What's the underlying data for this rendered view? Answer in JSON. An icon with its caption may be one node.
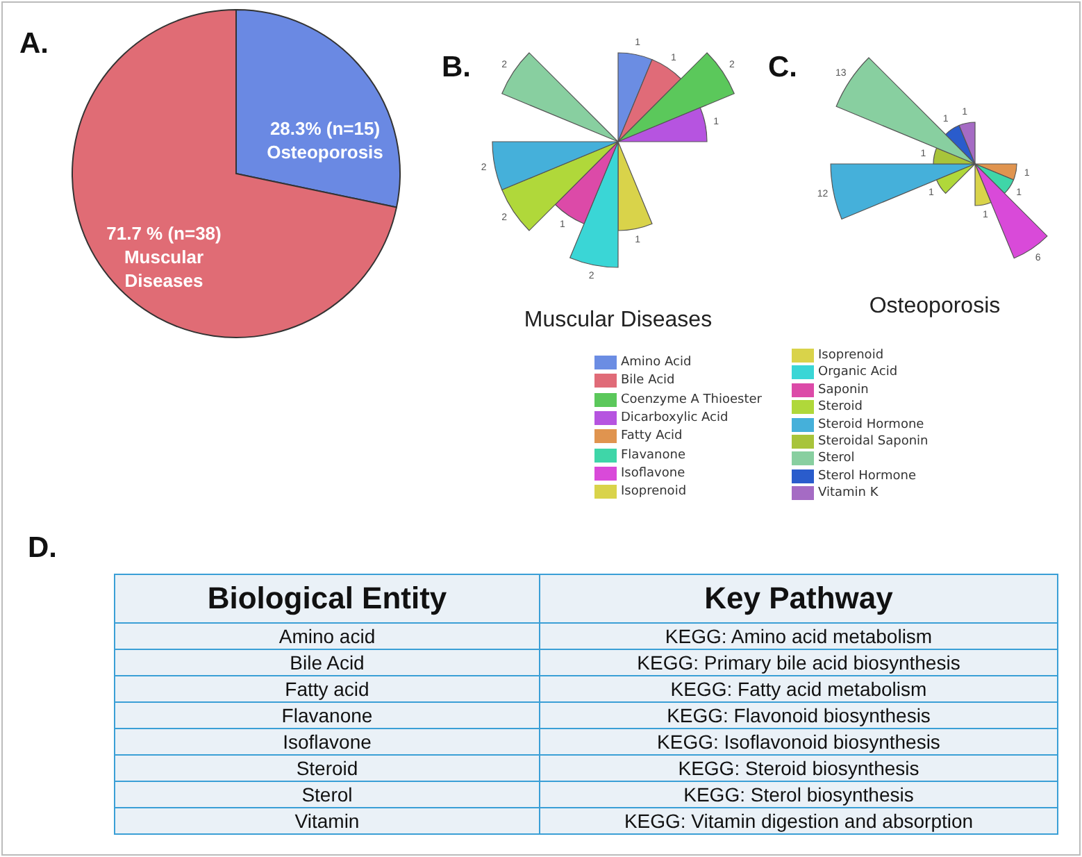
{
  "diagram": {
    "labels": [
      "A.",
      "B.",
      "C.",
      "1",
      "1",
      "2",
      "1",
      "1",
      "2",
      "1",
      "2",
      "2",
      "2",
      "Muscular Diseases",
      "1",
      "1",
      "6",
      "1",
      "12",
      "1",
      "1",
      "13",
      "1",
      "1",
      "Osteoporosis",
      "D.",
      "Biological Entity",
      "Key Pathway",
      "Amino acid",
      "KEGG: Amino acid metabolism",
      "Bile Acid",
      "KEGG: Primary bile acid biosynthesis",
      "Fatty acid",
      "KEGG: Fatty acid metabolism",
      "Flavanone",
      "KEGG: Flavonoid biosynthesis",
      "Isoflavone",
      "KEGG: Isoflavonoid biosynthesis",
      "Steroid",
      "KEGG: Steroid biosynthesis",
      "Sterol",
      "KEGG: Sterol biosynthesis",
      "Vitamin",
      "KEGG: Vitamin digestion and absorption"
    ],
    "legend": [
      {
        "text": "Amino Acid",
        "color": "#6b8de3"
      },
      {
        "text": "Bile Acid",
        "color": "#e06b78"
      },
      {
        "text": "Coenzyme A Thioester",
        "color": "#5bc85b"
      },
      {
        "text": "Dicarboxylic Acid",
        "color": "#b654e0"
      },
      {
        "text": "Fatty Acid",
        "color": "#e0944f"
      },
      {
        "text": "Flavanone",
        "color": "#3fd6a8"
      },
      {
        "text": "Isoflavone",
        "color": "#d94ad9"
      },
      {
        "text": "Isoprenoid",
        "color": "#d9d34a"
      },
      {
        "text": "Isoprenoid",
        "color": "#d9d34a"
      },
      {
        "text": "Organic Acid",
        "color": "#3ad6d6"
      },
      {
        "text": "Saponin",
        "color": "#dc4aa8"
      },
      {
        "text": "Steroid",
        "color": "#b0d83a"
      },
      {
        "text": "Steroid Hormone",
        "color": "#45b0da"
      },
      {
        "text": "Steroidal Saponin",
        "color": "#a8c43a"
      },
      {
        "text": "Sterol",
        "color": "#88cfa0"
      },
      {
        "text": "Sterol Hormone",
        "color": "#2a5ccc"
      },
      {
        "text": "Vitamin K",
        "color": "#a56bc4"
      }
    ],
    "chart_data": [
      {
        "type": "pie",
        "categories": [
          "Osteoporosis",
          "Muscular Diseases"
        ],
        "values": [
          28.3,
          71.7
        ],
        "colors": [
          "#6a89e3",
          "#e06c75"
        ],
        "value_labels": [
          "28.3% (n=15)",
          "71.7 % (n=38)"
        ]
      }
    ]
  }
}
